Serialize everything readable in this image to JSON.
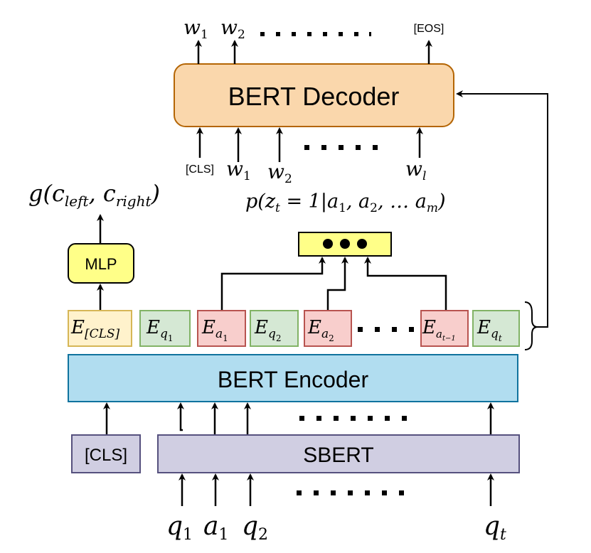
{
  "decoder": {
    "label": "BERT Decoder",
    "outputs": [
      "w",
      "w",
      "[EOS]"
    ],
    "output_subs": [
      "1",
      "2",
      ""
    ],
    "inputs": [
      "[CLS]",
      "w",
      "w",
      "w"
    ],
    "input_subs": [
      "",
      "1",
      "2",
      "l"
    ]
  },
  "encoder": {
    "label": "BERT Encoder"
  },
  "sbert": {
    "label": "SBERT"
  },
  "cls_token": {
    "label": "[CLS]"
  },
  "mlp": {
    "label": "MLP"
  },
  "g_function": {
    "label": "g(c",
    "sub1": "left",
    "sep": ", c",
    "sub2": "right",
    "close": ")"
  },
  "probability": {
    "p": "p(z",
    "p_sub": "t",
    "mid": " = 1|a",
    "a1sub": "1",
    "c1": ", a",
    "a2sub": "2",
    "c2": ", … a",
    "amsub": "m",
    "close": ")"
  },
  "embeddings": [
    {
      "base": "E",
      "sub": "[CLS]",
      "subsub": "",
      "kind": "cls"
    },
    {
      "base": "E",
      "sub": "q",
      "subsub": "1",
      "kind": "q"
    },
    {
      "base": "E",
      "sub": "a",
      "subsub": "1",
      "kind": "a"
    },
    {
      "base": "E",
      "sub": "q",
      "subsub": "2",
      "kind": "q"
    },
    {
      "base": "E",
      "sub": "a",
      "subsub": "2",
      "kind": "a"
    },
    {
      "base": "E",
      "sub": "a",
      "subsub": "t−1",
      "kind": "a"
    },
    {
      "base": "E",
      "sub": "q",
      "subsub": "t",
      "kind": "q"
    }
  ],
  "bottom_inputs": [
    {
      "base": "q",
      "sub": "1"
    },
    {
      "base": "a",
      "sub": "1"
    },
    {
      "base": "q",
      "sub": "2"
    },
    {
      "base": "q",
      "sub": "t"
    }
  ],
  "colors": {
    "decoder_fill": "#fad7ac",
    "decoder_stroke": "#b46504",
    "encoder_fill": "#b1ddf0",
    "encoder_stroke": "#10739e",
    "sbert_fill": "#d0cee2",
    "sbert_stroke": "#56517e",
    "mlp_fill": "#ffff88",
    "cls_emb_fill": "#fff2cc",
    "cls_emb_stroke": "#d6b656",
    "q_emb_fill": "#d5e8d4",
    "q_emb_stroke": "#82b366",
    "a_emb_fill": "#f8cecc",
    "a_emb_stroke": "#b85450",
    "dots_fill": "#ffff88"
  }
}
